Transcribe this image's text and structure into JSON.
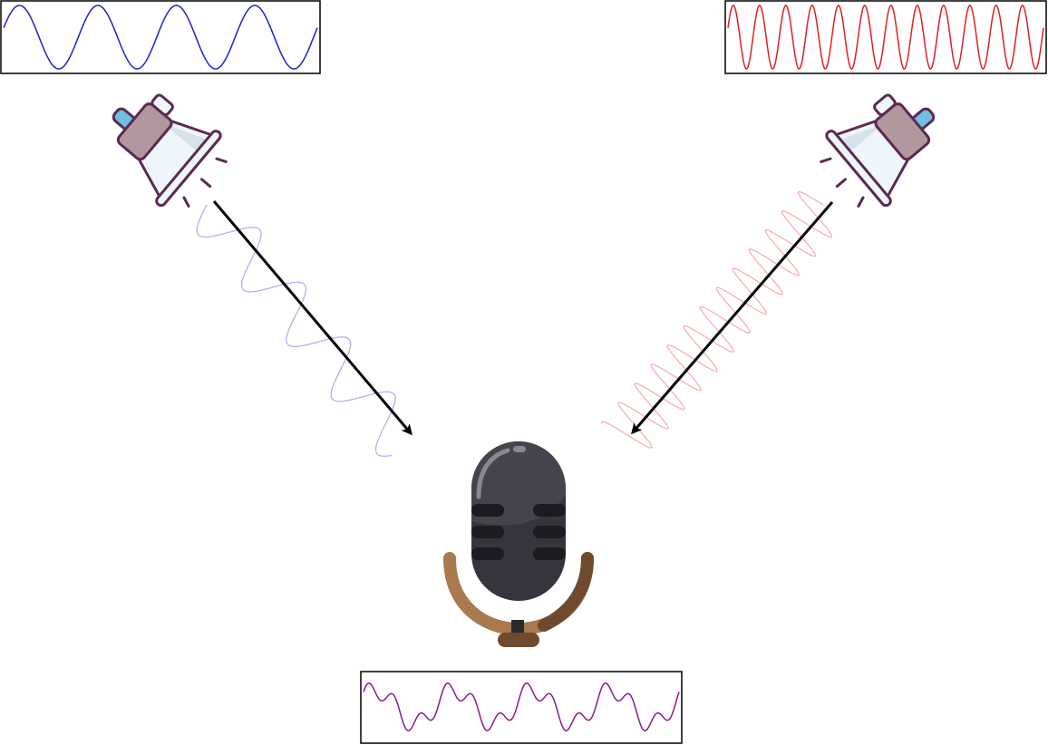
{
  "diagram": {
    "description_text": "",
    "sources": [
      {
        "id": "source-left",
        "wave_color": "#2020d0",
        "faint_wave_color": "#b0b0f0",
        "cycles_in_box": 4
      },
      {
        "id": "source-right",
        "wave_color": "#e02020",
        "faint_wave_color": "#f8b0b0",
        "cycles_in_box": 12
      }
    ],
    "mixed": {
      "wave_color": "#8b1a8b",
      "components": [
        4,
        12
      ]
    },
    "arrow_color": "#000000",
    "icons": {
      "speaker_left": "megaphone-icon",
      "speaker_right": "megaphone-icon",
      "receiver": "microphone-icon"
    },
    "colors": {
      "megaphone_outline": "#5a2a52",
      "megaphone_body": "#eef6fb",
      "megaphone_band": "#b3979f",
      "megaphone_handle": "#6fc0e0",
      "mic_body": "#36343c",
      "mic_slots": "#1c1b20",
      "mic_stand": "#a87a4e",
      "mic_stand_shadow": "#6f4a2c"
    }
  }
}
